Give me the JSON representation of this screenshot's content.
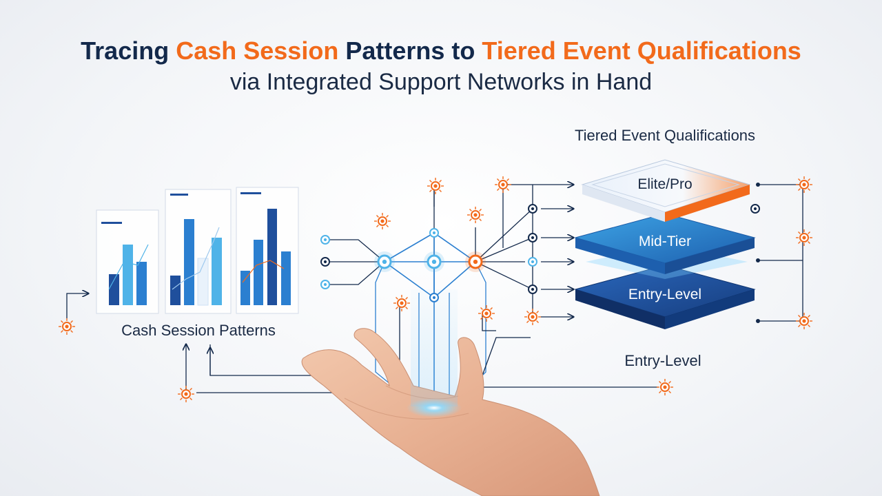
{
  "title": {
    "line1_part1": "Tracing ",
    "line1_part2": "Cash Session",
    "line1_part3": " Patterns to ",
    "line1_part4": "Tiered Event Qualifications",
    "line2": "via Integrated Support Networks in Hand"
  },
  "labels": {
    "cash_patterns": "Cash Session Patterns",
    "tiered_heading": "Tiered Event Qualifications",
    "entry_level_caption": "Entry-Level"
  },
  "tiers": [
    {
      "name": "Elite/Pro",
      "color": "#f26a1b"
    },
    {
      "name": "Mid-Tier",
      "color": "#2d8fd6"
    },
    {
      "name": "Entry-Level",
      "color": "#1f4f9c"
    }
  ],
  "colors": {
    "navy": "#13294b",
    "orange": "#f26a1b",
    "blue": "#2b7fd0",
    "light_blue": "#4fb3e8"
  },
  "icons": [
    "sun-node-icon",
    "ring-node-icon",
    "hand-icon",
    "bar-chart-icon"
  ]
}
